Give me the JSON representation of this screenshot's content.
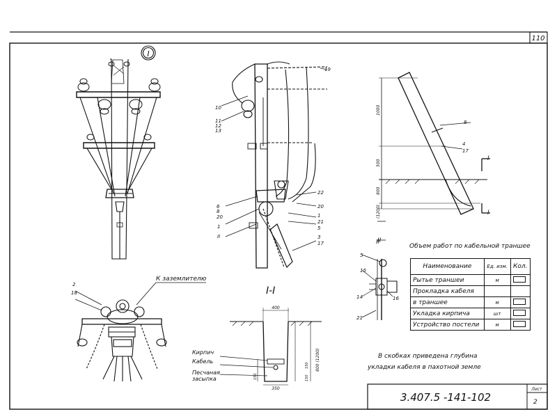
{
  "sheet": {
    "page_number": "110",
    "drawing_code": "3.407.5 -141-102",
    "sheet_label": "Лист",
    "sheet_number": "2"
  },
  "views": {
    "view_one_marker": "I",
    "section_marker_top": "I",
    "section_marker_bottom": "I",
    "section_title": "I-I",
    "detail_two_marker": "II",
    "detail_two_marker_right": "II"
  },
  "callouts": {
    "grounding_label": "К заземлителю",
    "left_detail": [
      "2",
      "18"
    ],
    "pole_top": [
      "19",
      "10",
      "11",
      "12",
      "13"
    ],
    "pole_left": [
      "6",
      "8",
      "20",
      "1",
      "II"
    ],
    "pole_right": [
      "22",
      "20",
      "1",
      "21",
      "5",
      "3",
      "17"
    ],
    "slope": [
      "8",
      "4",
      "17"
    ],
    "bracket": [
      "5",
      "15",
      "14",
      "16",
      "21"
    ]
  },
  "dimensions": {
    "slope": [
      "1000",
      "500",
      "800",
      "(1200)"
    ],
    "trench_width_top": "400",
    "trench_width_bottom": "350",
    "trench_depth": "800 (1200)",
    "trench_right_small": [
      "150",
      "150"
    ],
    "trench_left_small": [
      "150"
    ]
  },
  "trench_labels": {
    "brick": "Кирпич",
    "cable": "Кабель",
    "sand_line1": "Песчаная",
    "sand_line2": "засыпка"
  },
  "volume_table": {
    "title": "Объем работ по кабельной траншее",
    "headers": {
      "name": "Наименование",
      "unit": "Ед. изм.",
      "qty": "Кол."
    },
    "rows": [
      {
        "name": "Рытье траншеи",
        "unit": "м"
      },
      {
        "name": "Прокладка кабеля",
        "unit": ""
      },
      {
        "name": "в траншее",
        "unit": "м"
      },
      {
        "name": "Укладка кирпича",
        "unit": "шт"
      },
      {
        "name": "Устройство постели",
        "unit": "м"
      }
    ]
  },
  "notes": {
    "line1": "В скобках приведена глубина",
    "line2": "укладки кабеля в пахотной земле"
  }
}
